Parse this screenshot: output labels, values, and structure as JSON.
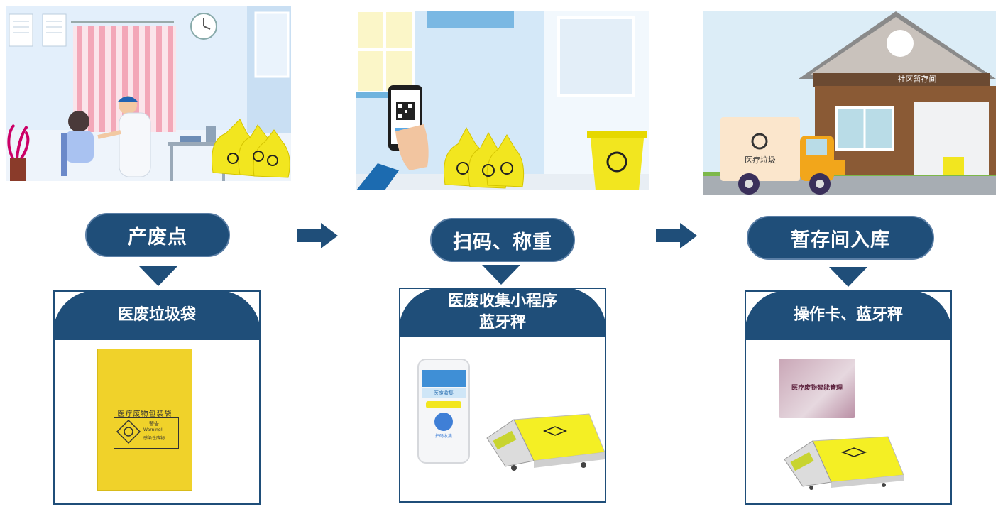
{
  "steps": [
    {
      "label": "产废点",
      "card_title_1": "医废垃圾袋",
      "card_title_2": ""
    },
    {
      "label": "扫码、称重",
      "card_title_1": "医废收集小程序",
      "card_title_2": "蓝牙秤"
    },
    {
      "label": "暂存间入库",
      "card_title_1": "操作卡、蓝牙秤",
      "card_title_2": ""
    }
  ],
  "scene3": {
    "building_sign": "社区暂存间",
    "truck_label": "医疗垃圾"
  },
  "bag_image": {
    "title": "医疗废物包装袋",
    "warning": "警告",
    "warning_en": "Warning!",
    "warning_sub": "感染性废物"
  },
  "phone_image": {
    "banner": "医废收集",
    "button": "扫码收集"
  },
  "card_image": {
    "title": "医疗废物智能管理"
  },
  "colors": {
    "navy": "#1f4e79",
    "yellow": "#f2e61f",
    "bag_yellow": "#f0d22a"
  }
}
